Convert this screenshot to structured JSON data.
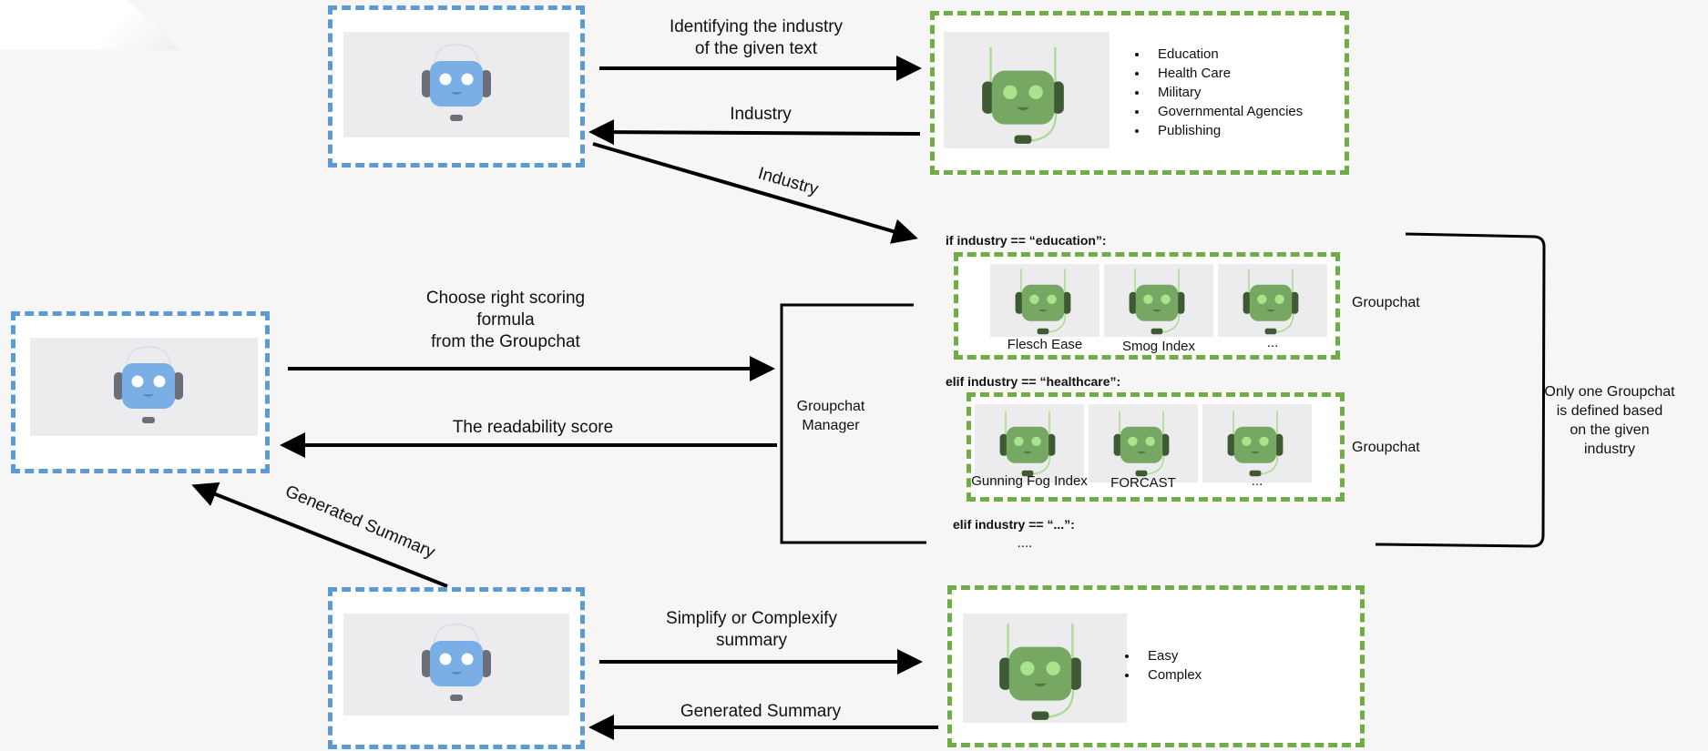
{
  "industry_agent": {
    "request_label": [
      "Identifying the industry",
      "of the given text"
    ],
    "response_label": "Industry",
    "industries": [
      "Education",
      "Health Care",
      "Military",
      "Governmental Agencies",
      "Publishing"
    ]
  },
  "routing_label": "Industry",
  "branches": [
    {
      "condition": "if industry == “education”:",
      "group_label": "Groupchat",
      "agents": [
        "Flesch Ease",
        "Smog Index",
        "..."
      ]
    },
    {
      "condition": "elif industry == “healthcare”:",
      "group_label": "Groupchat",
      "agents": [
        "Gunning Fog Index",
        "FORCAST",
        "..."
      ]
    },
    {
      "condition": "elif industry == “...”:",
      "ellipsis": "...."
    }
  ],
  "manager": {
    "label": [
      "Groupchat",
      "Manager"
    ],
    "request_label": [
      "Choose right scoring",
      "formula",
      "from the Groupchat"
    ],
    "response_label": "The readability score"
  },
  "note": [
    "Only one Groupchat",
    "is defined based",
    "on the given",
    "industry"
  ],
  "feedback_label": "Generated Summary",
  "style_agent": {
    "request_label": [
      "Simplify or Complexify",
      "summary"
    ],
    "response_label": "Generated Summary",
    "options": [
      "Easy",
      "Complex"
    ]
  },
  "colors": {
    "blue_border": "#5b9bd5",
    "green_border": "#70ad47",
    "blue_robot": "#7aaee6",
    "green_robot": "#76a863"
  }
}
